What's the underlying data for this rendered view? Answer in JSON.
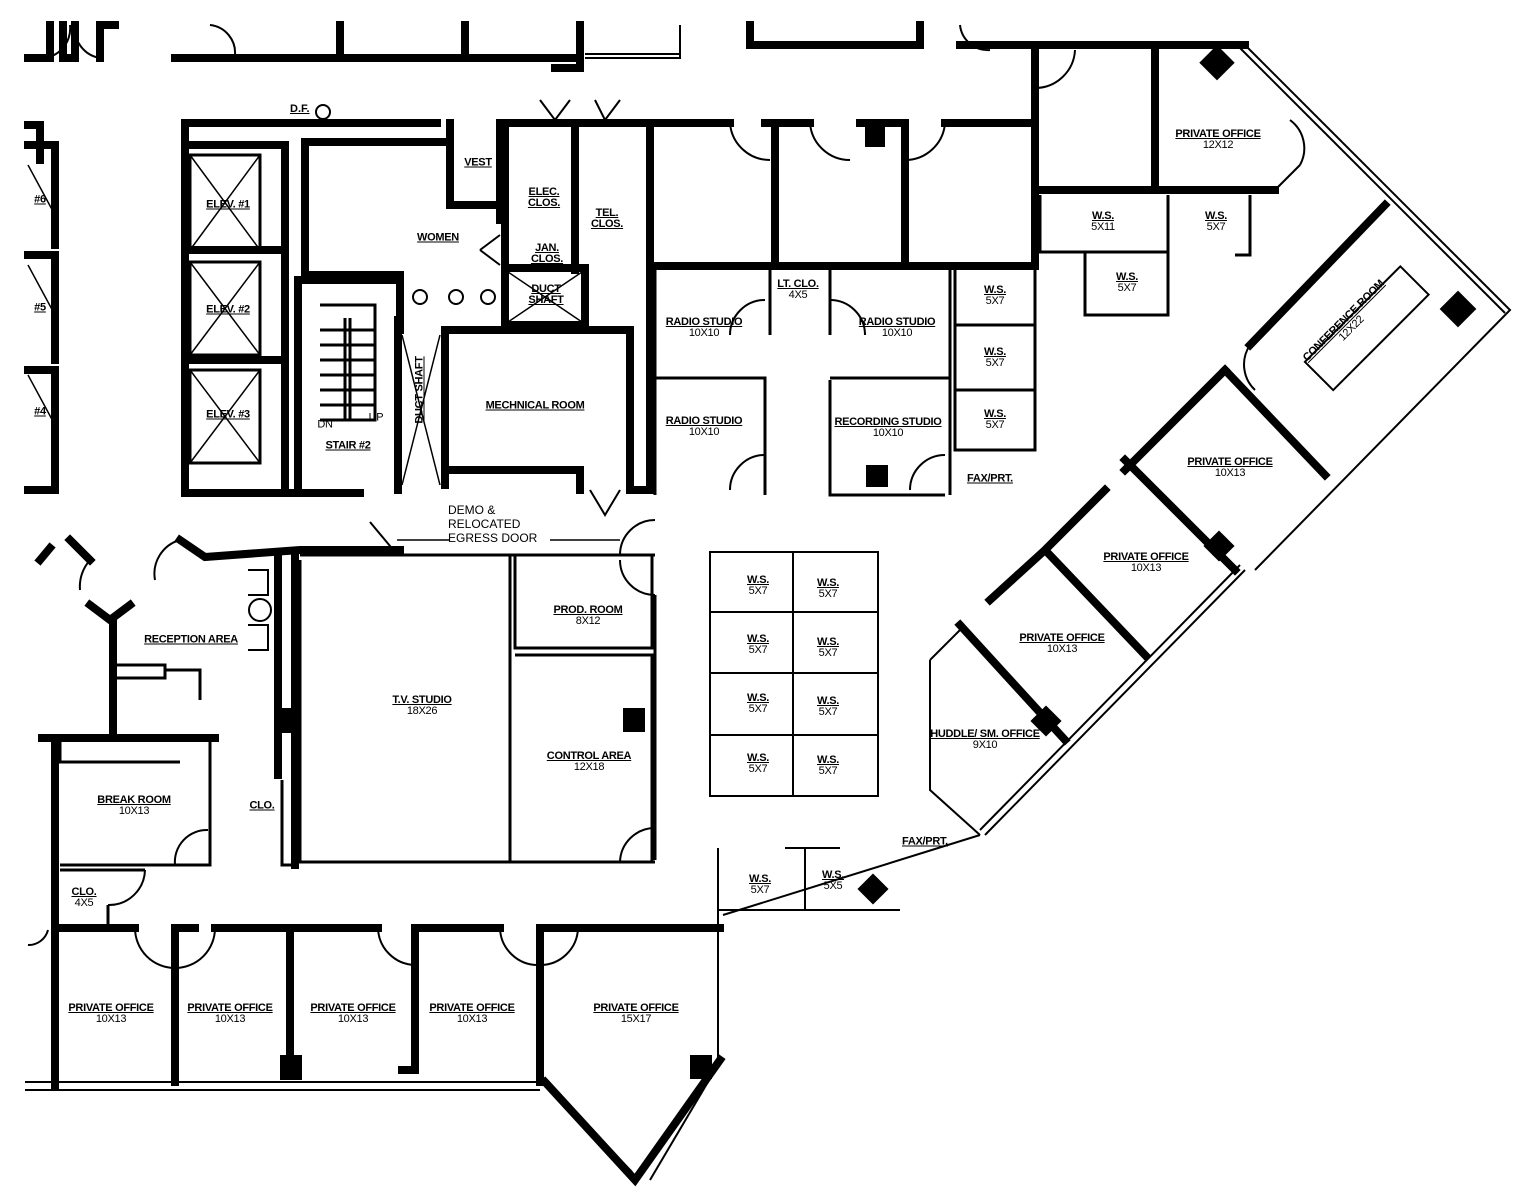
{
  "plan": {
    "type": "office floor plan",
    "notes": {
      "drinking_fountain": "D.F.",
      "egress_line1": "DEMO &",
      "egress_line2": "RELOCATED",
      "egress_line3": "EGRESS DOOR"
    },
    "core": {
      "elevators": [
        {
          "name": "ELEV. #1"
        },
        {
          "name": "ELEV. #2"
        },
        {
          "name": "ELEV. #3"
        }
      ],
      "adjacent_elevators": [
        "#6",
        "#5",
        "#4"
      ],
      "women": "WOMEN",
      "vest": "VEST",
      "elec_clos": [
        "ELEC.",
        "CLOS."
      ],
      "tel_clos": [
        "TEL.",
        "CLOS."
      ],
      "jan_clos": [
        "JAN.",
        "CLOS."
      ],
      "duct_shaft_1": [
        "DUCT",
        "SHAFT"
      ],
      "duct_shaft_2": "DUCT SHAFT",
      "mechanical": "MECHNICAL ROOM",
      "stair": "STAIR #2",
      "stair_dn": "DN",
      "stair_up": "UP"
    },
    "rooms": [
      {
        "id": "radio-studio-1",
        "name": "RADIO STUDIO",
        "dim": "10X10"
      },
      {
        "id": "radio-studio-2",
        "name": "RADIO STUDIO",
        "dim": "10X10"
      },
      {
        "id": "radio-studio-3",
        "name": "RADIO STUDIO",
        "dim": "10X10"
      },
      {
        "id": "lt-clo",
        "name": "LT. CLO.",
        "dim": "4X5"
      },
      {
        "id": "recording-studio",
        "name": "RECORDING STUDIO",
        "dim": "10X10"
      },
      {
        "id": "fax-prt-1",
        "name": "FAX/PRT.",
        "dim": ""
      },
      {
        "id": "private-office-ne",
        "name": "PRIVATE OFFICE",
        "dim": "12X12"
      },
      {
        "id": "conference-room",
        "name": "CONFERENCE ROOM",
        "dim": "12X22"
      },
      {
        "id": "private-office-e1",
        "name": "PRIVATE OFFICE",
        "dim": "10X13"
      },
      {
        "id": "private-office-e2",
        "name": "PRIVATE OFFICE",
        "dim": "10X13"
      },
      {
        "id": "private-office-e3",
        "name": "PRIVATE OFFICE",
        "dim": "10X13"
      },
      {
        "id": "huddle",
        "name": "HUDDLE/ SM. OFFICE",
        "dim": "9X10"
      },
      {
        "id": "fax-prt-2",
        "name": "FAX/PRT.",
        "dim": ""
      },
      {
        "id": "reception",
        "name": "RECEPTION AREA",
        "dim": ""
      },
      {
        "id": "break-room",
        "name": "BREAK ROOM",
        "dim": "10X13"
      },
      {
        "id": "clo-1",
        "name": "CLO.",
        "dim": "4X5"
      },
      {
        "id": "clo-2",
        "name": "CLO.",
        "dim": ""
      },
      {
        "id": "tv-studio",
        "name": "T.V. STUDIO",
        "dim": "18X26"
      },
      {
        "id": "prod-room",
        "name": "PROD. ROOM",
        "dim": "8X12"
      },
      {
        "id": "control-area",
        "name": "CONTROL AREA",
        "dim": "12X18"
      },
      {
        "id": "private-office-s1",
        "name": "PRIVATE OFFICE",
        "dim": "10X13"
      },
      {
        "id": "private-office-s2",
        "name": "PRIVATE OFFICE",
        "dim": "10X13"
      },
      {
        "id": "private-office-s3",
        "name": "PRIVATE OFFICE",
        "dim": "10X13"
      },
      {
        "id": "private-office-s4",
        "name": "PRIVATE OFFICE",
        "dim": "10X13"
      },
      {
        "id": "private-office-s5",
        "name": "PRIVATE OFFICE",
        "dim": "15X17"
      }
    ],
    "workstations": [
      {
        "name": "W.S.",
        "dim": "5X7"
      },
      {
        "name": "W.S.",
        "dim": "5X7"
      },
      {
        "name": "W.S.",
        "dim": "5X7"
      },
      {
        "name": "W.S.",
        "dim": "5X11"
      },
      {
        "name": "W.S.",
        "dim": "5X7"
      },
      {
        "name": "W.S.",
        "dim": "5X7"
      },
      {
        "name": "W.S.",
        "dim": "5X7"
      },
      {
        "name": "W.S.",
        "dim": "5X7"
      },
      {
        "name": "W.S.",
        "dim": "5X7"
      },
      {
        "name": "W.S.",
        "dim": "5X7"
      },
      {
        "name": "W.S.",
        "dim": "5X7"
      },
      {
        "name": "W.S.",
        "dim": "5X7"
      },
      {
        "name": "W.S.",
        "dim": "5X7"
      },
      {
        "name": "W.S.",
        "dim": "5X7"
      },
      {
        "name": "W.S.",
        "dim": "5X7"
      },
      {
        "name": "W.S.",
        "dim": "5X5"
      }
    ]
  }
}
